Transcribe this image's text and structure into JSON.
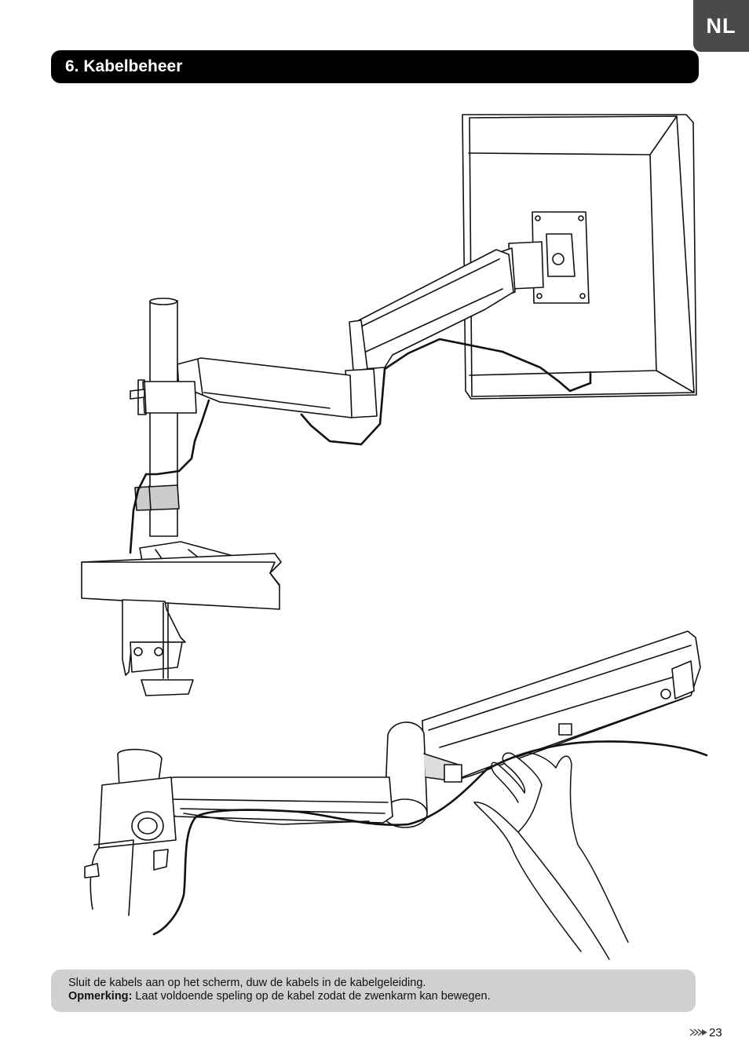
{
  "language_tab": "NL",
  "section": {
    "title": "6. Kabelbeheer"
  },
  "note": {
    "line1": "Sluit de kabels aan op het scherm, duw de kabels in de kabelgeleiding.",
    "label": "Opmerking:",
    "line2": " Laat voldoende speling op de kabel zodat de zwenkarm kan bewegen."
  },
  "page_number": "23",
  "colors": {
    "header_bg": "#000000",
    "tab_bg": "#4a4a4a",
    "note_bg": "#d0d0d0"
  },
  "icons": [
    "monitor-arm-illustration",
    "hand-cable-illustration",
    "page-arrows-icon"
  ]
}
